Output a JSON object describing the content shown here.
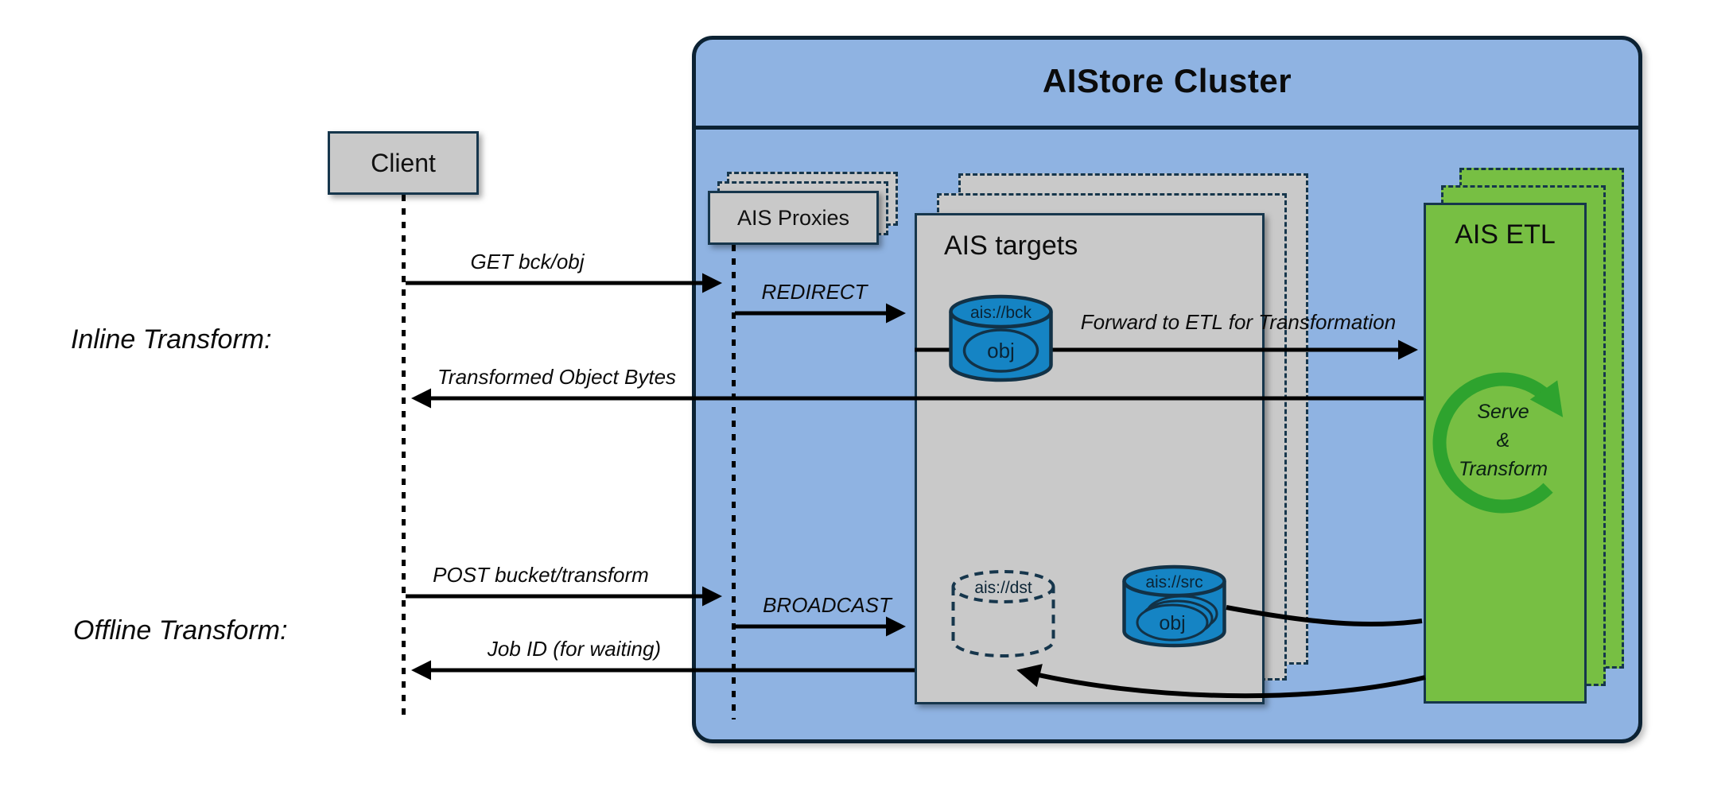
{
  "title": {
    "cluster": "AIStore Cluster"
  },
  "sections": {
    "inline": "Inline Transform:",
    "offline": "Offline Transform:"
  },
  "nodes": {
    "client": "Client",
    "proxies": "AIS Proxies",
    "targets": "AIS targets",
    "etl": "AIS ETL"
  },
  "messages": {
    "get": "GET bck/obj",
    "redirect": "REDIRECT",
    "forward": "Forward to ETL for Transformation",
    "transformed": "Transformed Object Bytes",
    "post": "POST bucket/transform",
    "broadcast": "BROADCAST",
    "job_id": "Job ID (for waiting)"
  },
  "buckets": {
    "bck": {
      "name": "ais://bck",
      "obj": "obj"
    },
    "dst": {
      "name": "ais://dst"
    },
    "src": {
      "name": "ais://src",
      "obj": "obj"
    }
  },
  "etl_loop": {
    "line1": "Serve",
    "line2": "&",
    "line3": "Transform"
  },
  "colors": {
    "cluster_fill": "#8FB3E2",
    "cluster_border": "#0C2233",
    "node_fill": "#C9C9C9",
    "node_border": "#16364C",
    "etl_fill": "#77BF43",
    "loop_arrow_green": "#2EA32E",
    "bucket_blue": "#1584C4",
    "arrow_black": "#000000"
  }
}
